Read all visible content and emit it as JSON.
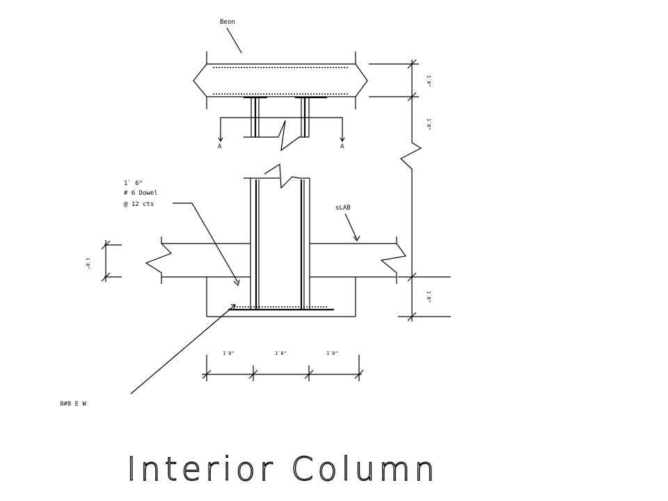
{
  "labels": {
    "beam": "Beon",
    "dowel_line1": "1` 6\"",
    "dowel_line2": "# 6 Dowel",
    "dowel_line3": "@  12  cts",
    "slab": "sLAB",
    "section_left": "A",
    "section_right": "A",
    "bars": "8#8 E W"
  },
  "dimensions": {
    "beam_depth": "1`0\"",
    "column_height": "1`0\"",
    "slab_thickness": "1`0\"",
    "footing_depth": "1`0\"",
    "footing_left": "1`0\"",
    "footing_mid": "1`0\"",
    "footing_right": "1`0\""
  },
  "title": "Interior Column"
}
